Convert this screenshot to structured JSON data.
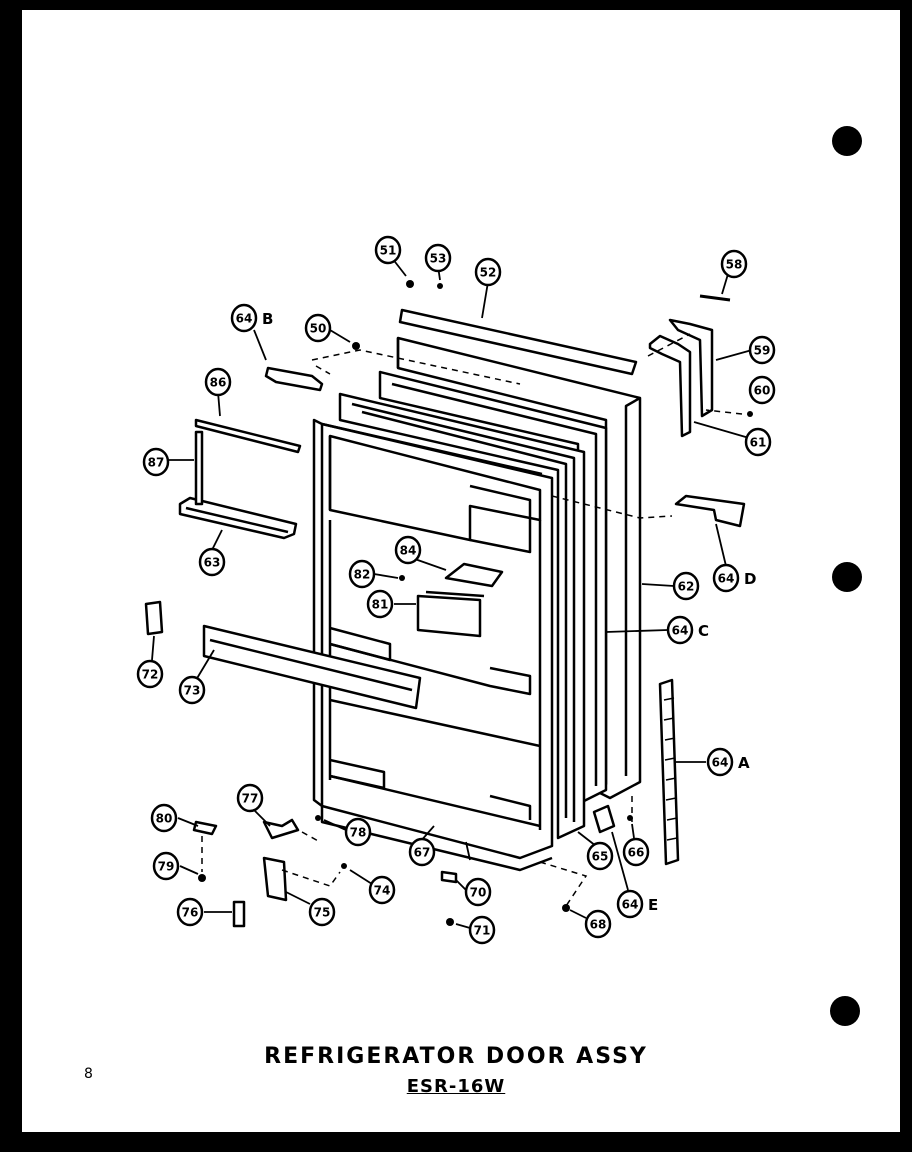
{
  "title": "REFRIGERATOR DOOR ASSY",
  "subtitle": "ESR-16W",
  "page_number": "8",
  "callouts": [
    {
      "id": "c51",
      "text": "51"
    },
    {
      "id": "c53",
      "text": "53"
    },
    {
      "id": "c52",
      "text": "52"
    },
    {
      "id": "c58",
      "text": "58"
    },
    {
      "id": "c59",
      "text": "59"
    },
    {
      "id": "c60",
      "text": "60"
    },
    {
      "id": "c61",
      "text": "61"
    },
    {
      "id": "c64b",
      "text": "64",
      "suffix": "B"
    },
    {
      "id": "c50",
      "text": "50"
    },
    {
      "id": "c86",
      "text": "86"
    },
    {
      "id": "c87",
      "text": "87"
    },
    {
      "id": "c63",
      "text": "63"
    },
    {
      "id": "c64d",
      "text": "64",
      "suffix": "D"
    },
    {
      "id": "c84",
      "text": "84"
    },
    {
      "id": "c82",
      "text": "82"
    },
    {
      "id": "c81",
      "text": "81"
    },
    {
      "id": "c62",
      "text": "62"
    },
    {
      "id": "c64c",
      "text": "64",
      "suffix": "C"
    },
    {
      "id": "c72",
      "text": "72"
    },
    {
      "id": "c73",
      "text": "73"
    },
    {
      "id": "c64a",
      "text": "64",
      "suffix": "A"
    },
    {
      "id": "c77",
      "text": "77"
    },
    {
      "id": "c80",
      "text": "80"
    },
    {
      "id": "c78",
      "text": "78"
    },
    {
      "id": "c67",
      "text": "67"
    },
    {
      "id": "c65",
      "text": "65"
    },
    {
      "id": "c66",
      "text": "66"
    },
    {
      "id": "c79",
      "text": "79"
    },
    {
      "id": "c74",
      "text": "74"
    },
    {
      "id": "c70",
      "text": "70"
    },
    {
      "id": "c64e",
      "text": "64",
      "suffix": "E"
    },
    {
      "id": "c76",
      "text": "76"
    },
    {
      "id": "c75",
      "text": "75"
    },
    {
      "id": "c71",
      "text": "71"
    },
    {
      "id": "c68",
      "text": "68"
    }
  ]
}
